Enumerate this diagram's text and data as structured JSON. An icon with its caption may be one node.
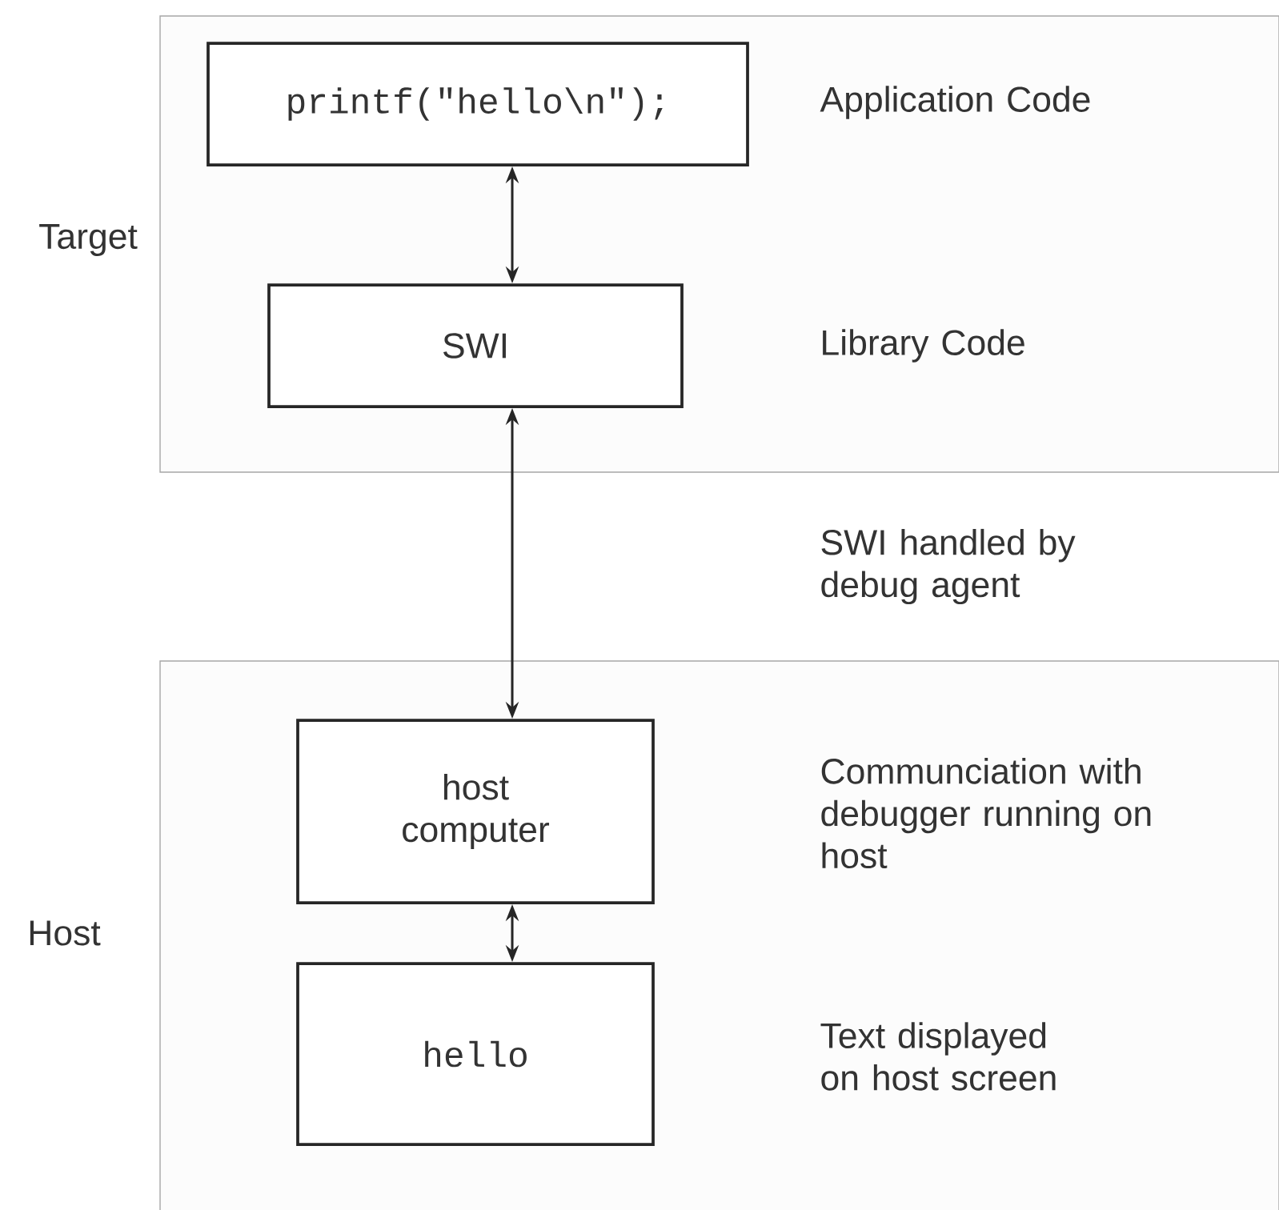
{
  "diagram": {
    "nodes": [
      {
        "text": [
          "Target"
        ]
      },
      {
        "text": [
          "printf(\"hello\\n\");"
        ],
        "in": 0
      },
      {
        "text": [
          "SWI"
        ],
        "in": 0
      },
      {
        "text": [
          "Host"
        ]
      },
      {
        "text": [
          "host computer"
        ],
        "in": 3
      },
      {
        "text": [
          "hello"
        ],
        "in": 3
      }
    ],
    "edges": [
      {
        "from": 1,
        "to": 2,
        "arrow": "both"
      },
      {
        "from": 2,
        "to": 4,
        "arrow": "both"
      },
      {
        "from": 4,
        "to": 5,
        "arrow": "both"
      }
    ],
    "labels": [
      "Application Code",
      "Library Code",
      "SWI handled by debug agent",
      "Communciation with debugger running on host",
      "Text displayed on host screen"
    ]
  }
}
